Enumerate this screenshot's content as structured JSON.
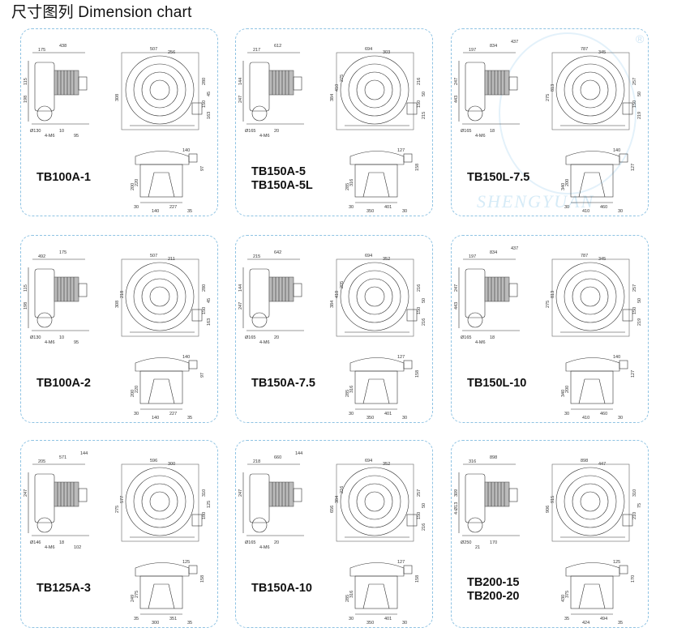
{
  "header": {
    "title": "尺寸图列 Dimension chart"
  },
  "watermark": {
    "text": "SHENGYUAN"
  },
  "cards": [
    {
      "lines": [
        "TB100A-1"
      ],
      "side": {
        "top": [
          "175",
          "438"
        ],
        "left": [
          "115",
          "198"
        ],
        "bottom": [
          "Ø130",
          "4-M6",
          "10",
          "95"
        ]
      },
      "front": {
        "top": [
          "507",
          "256"
        ],
        "left": [
          "308"
        ],
        "right": [
          "280",
          "45",
          "150",
          "163"
        ]
      },
      "base": {
        "top": [
          "140"
        ],
        "left": [
          "200",
          "220"
        ],
        "right": [
          "97"
        ],
        "bottom": [
          "30",
          "140",
          "227",
          "35"
        ]
      }
    },
    {
      "lines": [
        "TB150A-5",
        "TB150A-5L"
      ],
      "side": {
        "top": [
          "217",
          "612"
        ],
        "left": [
          "144",
          "247"
        ],
        "bottom": [
          "Ø165",
          "4-M6",
          "20"
        ]
      },
      "front": {
        "top": [
          "694",
          "303"
        ],
        "left": [
          "384",
          "410",
          "275"
        ],
        "right": [
          "216",
          "50",
          "150",
          "215"
        ]
      },
      "base": {
        "top": [
          "127"
        ],
        "left": [
          "285",
          "316"
        ],
        "right": [
          "158"
        ],
        "bottom": [
          "30",
          "350",
          "401",
          "30"
        ]
      }
    },
    {
      "lines": [
        "TB150L-7.5"
      ],
      "side": {
        "top": [
          "197",
          "834",
          "437"
        ],
        "left": [
          "247",
          "443"
        ],
        "bottom": [
          "Ø165",
          "4-M6",
          "18"
        ]
      },
      "front": {
        "top": [
          "787",
          "345"
        ],
        "left": [
          "275",
          "813"
        ],
        "right": [
          "257",
          "50",
          "150",
          "219"
        ]
      },
      "base": {
        "top": [
          "140"
        ],
        "left": [
          "340",
          "200"
        ],
        "right": [
          "127"
        ],
        "bottom": [
          "30",
          "410",
          "460",
          "30"
        ]
      }
    },
    {
      "lines": [
        "TB100A-2"
      ],
      "side": {
        "top": [
          "492",
          "175"
        ],
        "left": [
          "115",
          "198"
        ],
        "bottom": [
          "Ø130",
          "4-M6",
          "10",
          "95"
        ]
      },
      "front": {
        "top": [
          "507",
          "211"
        ],
        "left": [
          "308",
          "218"
        ],
        "right": [
          "280",
          "45",
          "150",
          "163"
        ]
      },
      "base": {
        "top": [
          "140"
        ],
        "left": [
          "200",
          "220"
        ],
        "right": [
          "97"
        ],
        "bottom": [
          "30",
          "140",
          "227",
          "35"
        ]
      }
    },
    {
      "lines": [
        "TB150A-7.5"
      ],
      "side": {
        "top": [
          "215",
          "642"
        ],
        "left": [
          "144",
          "247"
        ],
        "bottom": [
          "Ø165",
          "4-M6",
          "20"
        ]
      },
      "front": {
        "top": [
          "694",
          "352"
        ],
        "left": [
          "384",
          "410",
          "205"
        ],
        "right": [
          "216",
          "50",
          "150",
          "216"
        ]
      },
      "base": {
        "top": [
          "127"
        ],
        "left": [
          "285",
          "316"
        ],
        "right": [
          "158"
        ],
        "bottom": [
          "30",
          "350",
          "401",
          "30"
        ]
      }
    },
    {
      "lines": [
        "TB150L-10"
      ],
      "side": {
        "top": [
          "197",
          "834",
          "437"
        ],
        "left": [
          "247",
          "443"
        ],
        "bottom": [
          "Ø165",
          "4-M6",
          "18"
        ]
      },
      "front": {
        "top": [
          "787",
          "345"
        ],
        "left": [
          "275",
          "813"
        ],
        "right": [
          "257",
          "50",
          "150",
          "219"
        ]
      },
      "base": {
        "top": [
          "140"
        ],
        "left": [
          "340",
          "200"
        ],
        "right": [
          "127"
        ],
        "bottom": [
          "30",
          "410",
          "460",
          "30"
        ]
      }
    },
    {
      "lines": [
        "TB125A-3"
      ],
      "side": {
        "top": [
          "205",
          "571",
          "144"
        ],
        "left": [
          "247"
        ],
        "bottom": [
          "Ø146",
          "4-M6",
          "18",
          "102"
        ]
      },
      "front": {
        "top": [
          "596",
          "300"
        ],
        "left": [
          "275",
          "577"
        ],
        "right": [
          "310",
          "125",
          "180"
        ]
      },
      "base": {
        "top": [
          "125"
        ],
        "left": [
          "249",
          "275"
        ],
        "right": [
          "158"
        ],
        "bottom": [
          "35",
          "300",
          "351",
          "35"
        ]
      }
    },
    {
      "lines": [
        "TB150A-10"
      ],
      "side": {
        "top": [
          "218",
          "660",
          "144"
        ],
        "left": [
          "247"
        ],
        "bottom": [
          "Ø165",
          "4-M6",
          "20"
        ]
      },
      "front": {
        "top": [
          "694",
          "352"
        ],
        "left": [
          "656",
          "384",
          "216"
        ],
        "right": [
          "257",
          "50",
          "150",
          "216"
        ]
      },
      "base": {
        "top": [
          "127"
        ],
        "left": [
          "285",
          "316"
        ],
        "right": [
          "158"
        ],
        "bottom": [
          "30",
          "350",
          "401",
          "30"
        ]
      }
    },
    {
      "lines": [
        "TB200-15",
        "TB200-20"
      ],
      "side": {
        "top": [
          "316",
          "898"
        ],
        "left": [
          "309",
          "4-Ø13"
        ],
        "bottom": [
          "Ø250",
          "21",
          "170"
        ]
      },
      "front": {
        "top": [
          "898",
          "447"
        ],
        "left": [
          "906",
          "915"
        ],
        "right": [
          "310",
          "75",
          "210"
        ]
      },
      "base": {
        "top": [
          "125"
        ],
        "left": [
          "430",
          "375"
        ],
        "right": [
          "170"
        ],
        "bottom": [
          "35",
          "424",
          "494",
          "35"
        ]
      }
    }
  ]
}
